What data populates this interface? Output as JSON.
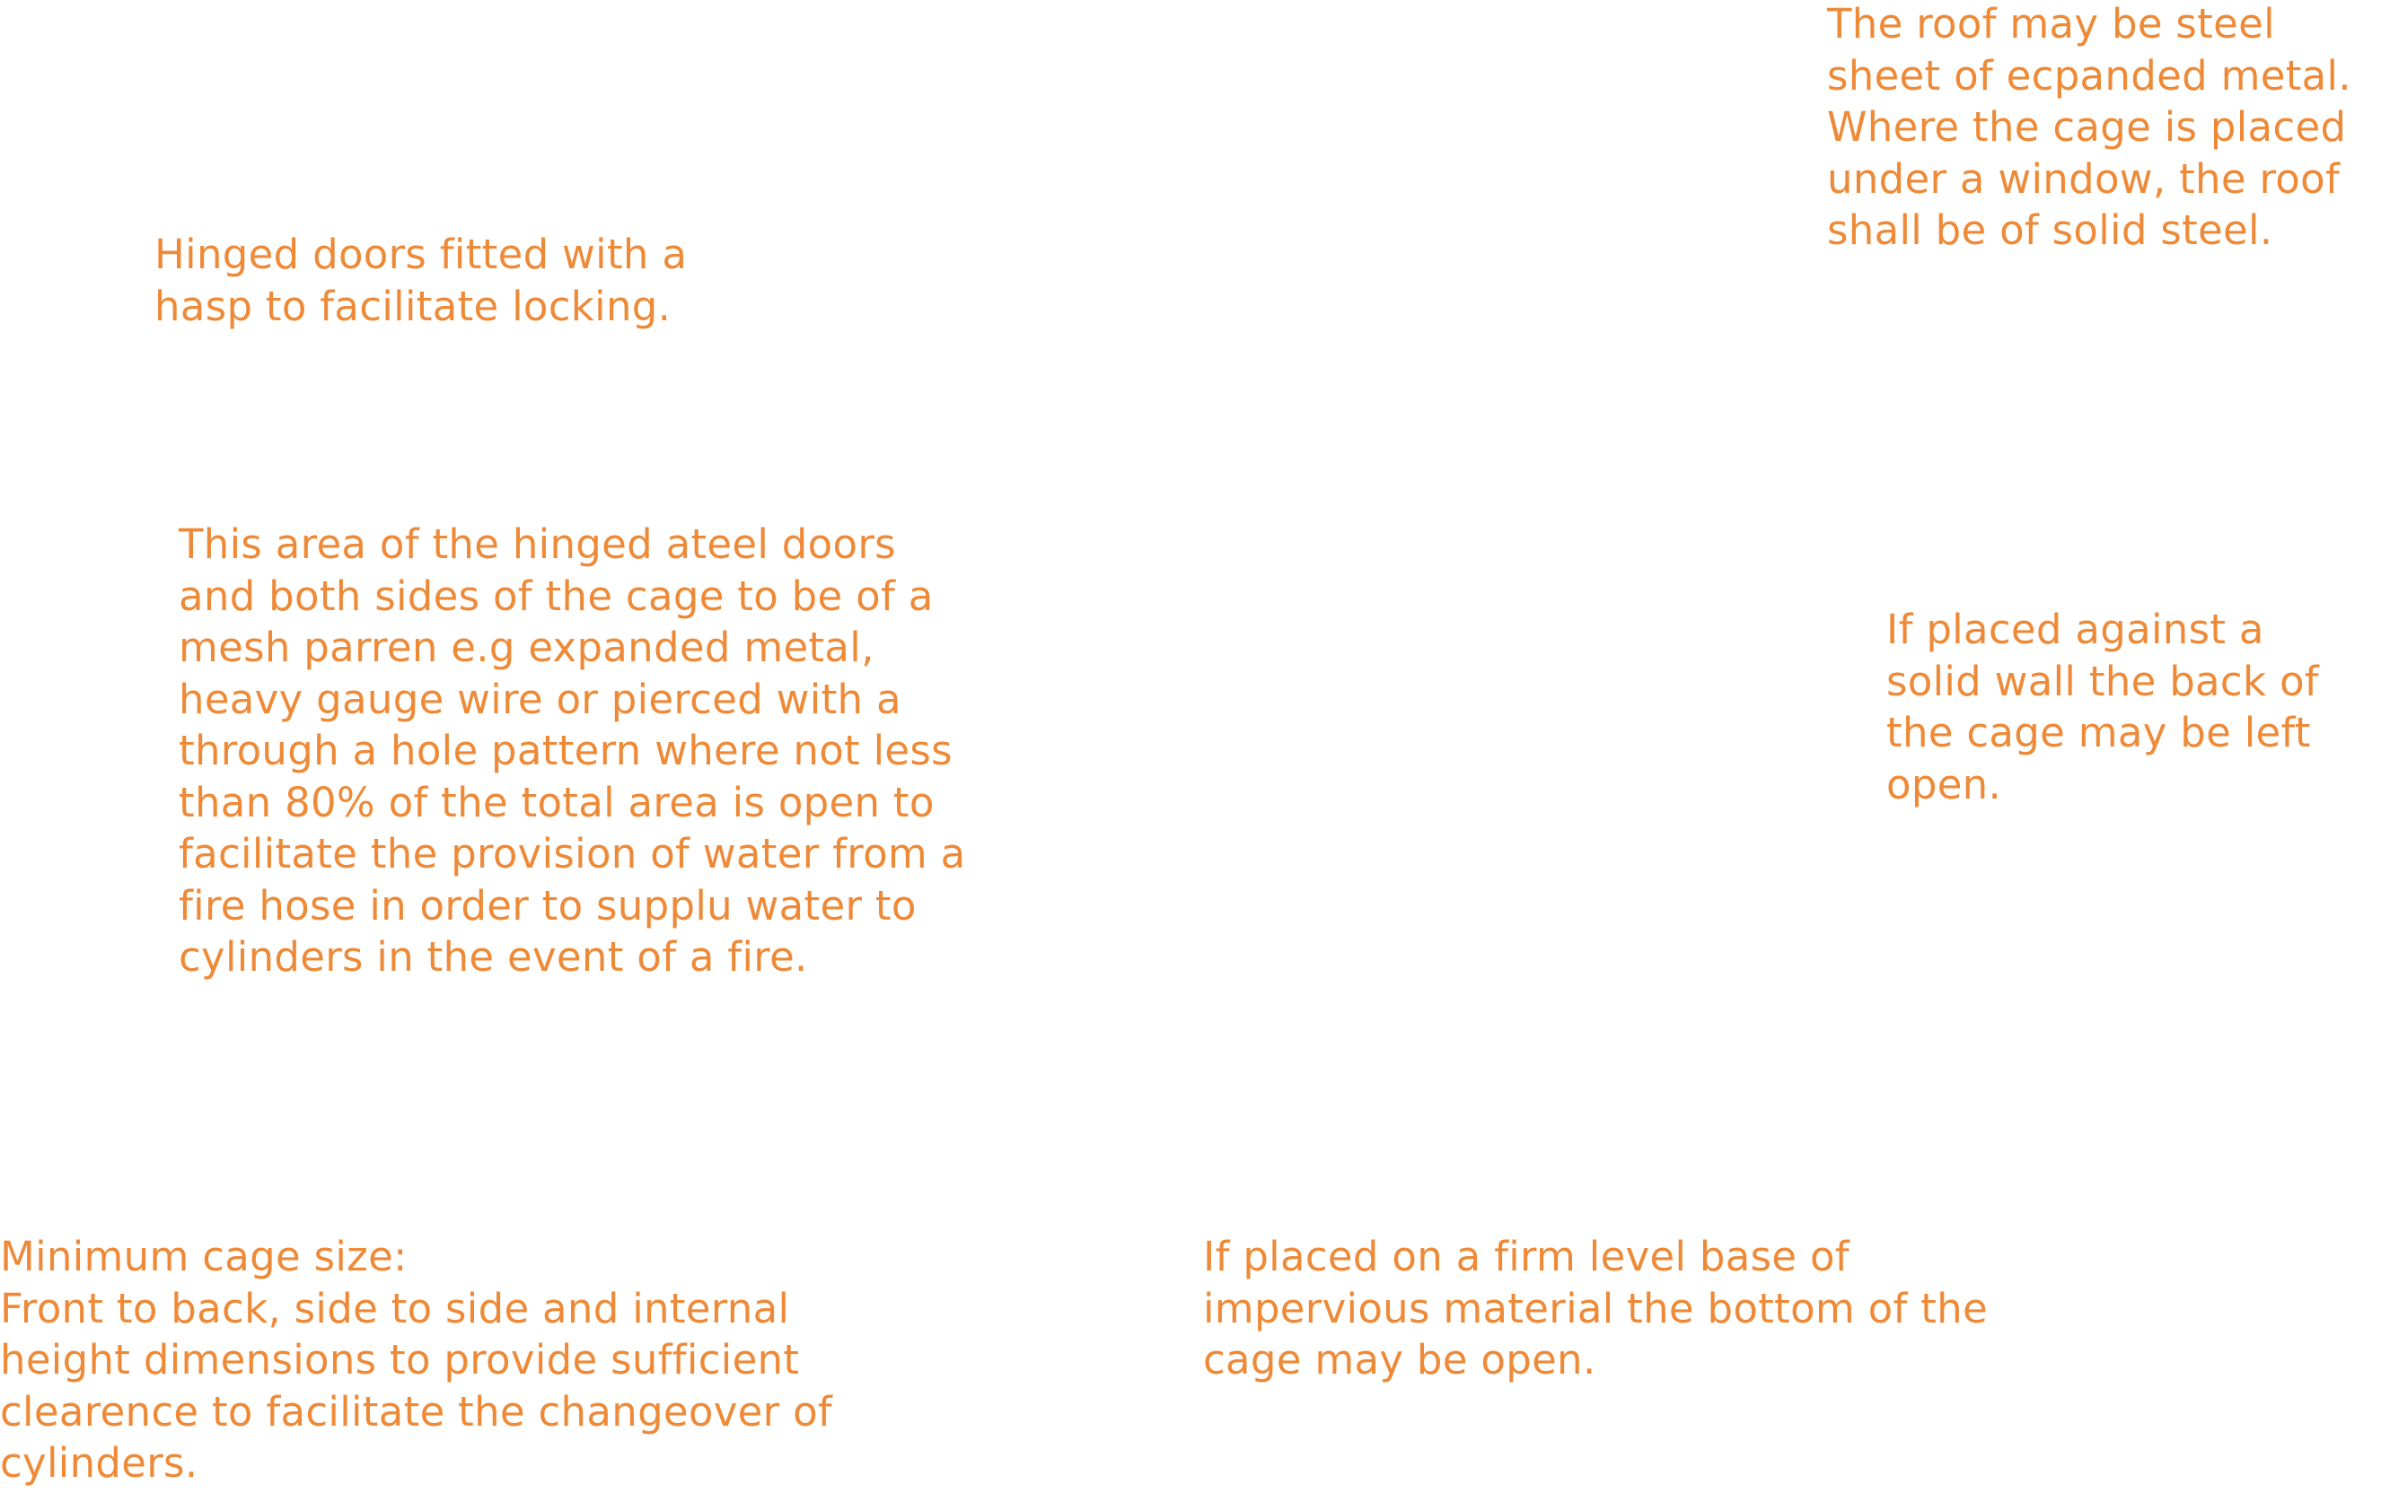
{
  "accent_color": "#ee8a37",
  "annotations": {
    "roof": "The roof may be steel\nsheet of ecpanded metal.\nWhere the cage is placed\nunder a window, the roof\nshall be of solid steel.",
    "doors": "Hinged doors fitted with a\nhasp to facilitate locking.",
    "mesh": "This area of the hinged ateel doors\nand both sides of the cage to be of a\nmesh parren e.g expanded metal,\nheavy gauge wire or pierced with a\nthrough a hole pattern where not less\nthan 80% of the total area is open to\nfacilitate the provision of water from a\nfire hose in order to supplu water to\ncylinders in the event of a fire.",
    "back": "If placed against a\nsolid wall the back of\nthe cage may be left\nopen.",
    "size": "Minimum cage size:\nFront to back, side to side and internal\nheight dimensions to provide sufficient\nclearence to facilitate the changeover of\ncylinders.",
    "bottom": "If placed on a firm level base of\nimpervious material the bottom of the\ncage may be open."
  }
}
